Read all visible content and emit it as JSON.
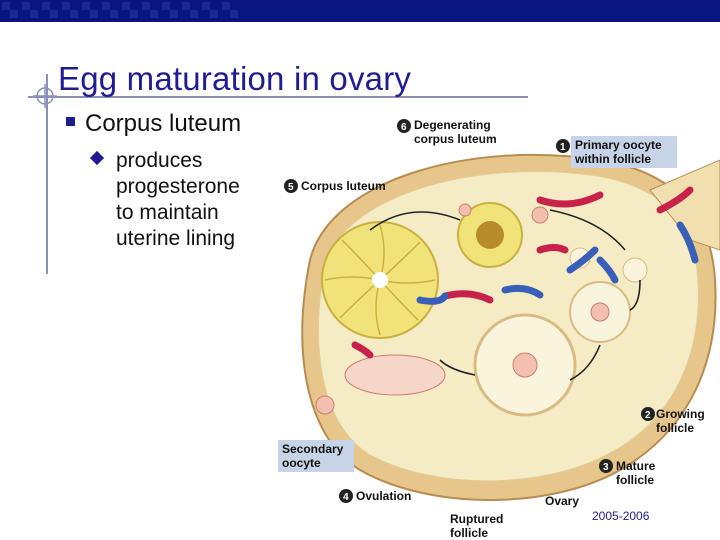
{
  "slide": {
    "title": "Egg maturation in ovary",
    "bullet1": "Corpus luteum",
    "bullet2": "produces\nprogesterone\nto maintain\nuterine lining",
    "footer": "2005-2006"
  },
  "diagram": {
    "labels": [
      {
        "num": "1",
        "text": [
          "Primary oocyte",
          "within follicle"
        ]
      },
      {
        "num": "2",
        "text": [
          "Growing",
          "follicle"
        ]
      },
      {
        "num": "3",
        "text": [
          "Mature",
          "follicle"
        ]
      },
      {
        "num": "4",
        "text": [
          "Ovulation"
        ]
      },
      {
        "num": "5",
        "text": [
          "Corpus luteum"
        ]
      },
      {
        "num": "6",
        "text": [
          "Degenerating",
          "corpus luteum"
        ]
      },
      {
        "num": "",
        "text": [
          "Secondary",
          "oocyte"
        ]
      },
      {
        "num": "",
        "text": [
          "Ovary"
        ]
      },
      {
        "num": "",
        "text": [
          "Ruptured",
          "follicle"
        ]
      }
    ]
  },
  "colors": {
    "topbar": "#0b1580",
    "title": "#1f1c96",
    "ovary_tissue": "#f5ecc6",
    "ovary_edge": "#d9b06e",
    "vessel_red": "#c8224a",
    "vessel_blue": "#3a5fb8",
    "label_box": "#c7d3e6"
  }
}
